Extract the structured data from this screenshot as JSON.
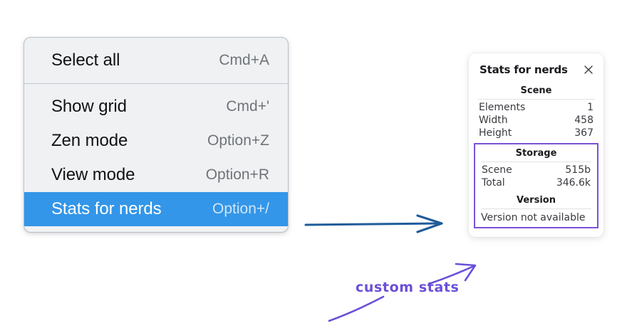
{
  "menu": {
    "groups": [
      {
        "items": [
          {
            "label": "Select all",
            "shortcut": "Cmd+A",
            "selected": false
          }
        ]
      },
      {
        "items": [
          {
            "label": "Show grid",
            "shortcut": "Cmd+'",
            "selected": false
          },
          {
            "label": "Zen mode",
            "shortcut": "Option+Z",
            "selected": false
          },
          {
            "label": "View mode",
            "shortcut": "Option+R",
            "selected": false
          },
          {
            "label": "Stats for nerds",
            "shortcut": "Option+/",
            "selected": true
          }
        ]
      }
    ],
    "highlight_color": "#3396e8"
  },
  "stats_panel": {
    "title": "Stats for nerds",
    "close_icon": "close-icon",
    "scene": {
      "heading": "Scene",
      "rows": [
        {
          "key": "Elements",
          "value": "1"
        },
        {
          "key": "Width",
          "value": "458"
        },
        {
          "key": "Height",
          "value": "367"
        }
      ]
    },
    "storage": {
      "heading": "Storage",
      "rows": [
        {
          "key": "Scene",
          "value": "515b"
        },
        {
          "key": "Total",
          "value": "346.6k"
        }
      ]
    },
    "version": {
      "heading": "Version",
      "note": "Version not available"
    },
    "highlight_color": "#7a52d8"
  },
  "annotations": {
    "custom_stats_label": "custom stats",
    "arrow_blue_color": "#1f5c99",
    "arrow_purple_color": "#6b4fd8"
  }
}
